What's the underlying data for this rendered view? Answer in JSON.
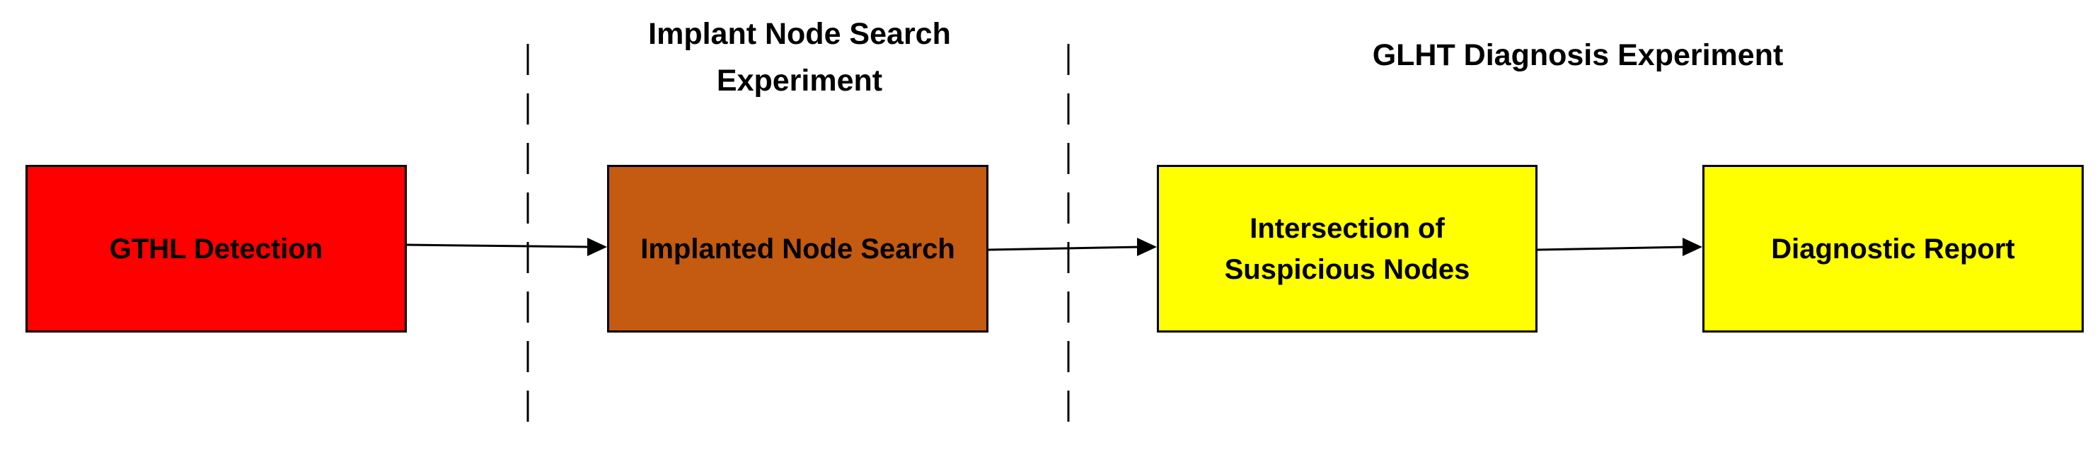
{
  "diagram": {
    "headings": {
      "implant_experiment": "Implant Node Search\nExperiment",
      "glht_experiment": "GLHT Diagnosis Experiment"
    },
    "nodes": [
      {
        "id": "detection",
        "label": "GTHL Detection",
        "color": "#ff0000"
      },
      {
        "id": "implanted",
        "label": "Implanted Node Search",
        "color": "#c55a11"
      },
      {
        "id": "intersect",
        "label": "Intersection of\nSuspicious Nodes",
        "color": "#ffff00"
      },
      {
        "id": "report",
        "label": "Diagnostic Report",
        "color": "#ffff00"
      }
    ],
    "edges": [
      {
        "from": "detection",
        "to": "implanted"
      },
      {
        "from": "implanted",
        "to": "intersect"
      },
      {
        "from": "intersect",
        "to": "report"
      }
    ],
    "separator_style": "dashed",
    "line_color": "#000000"
  }
}
